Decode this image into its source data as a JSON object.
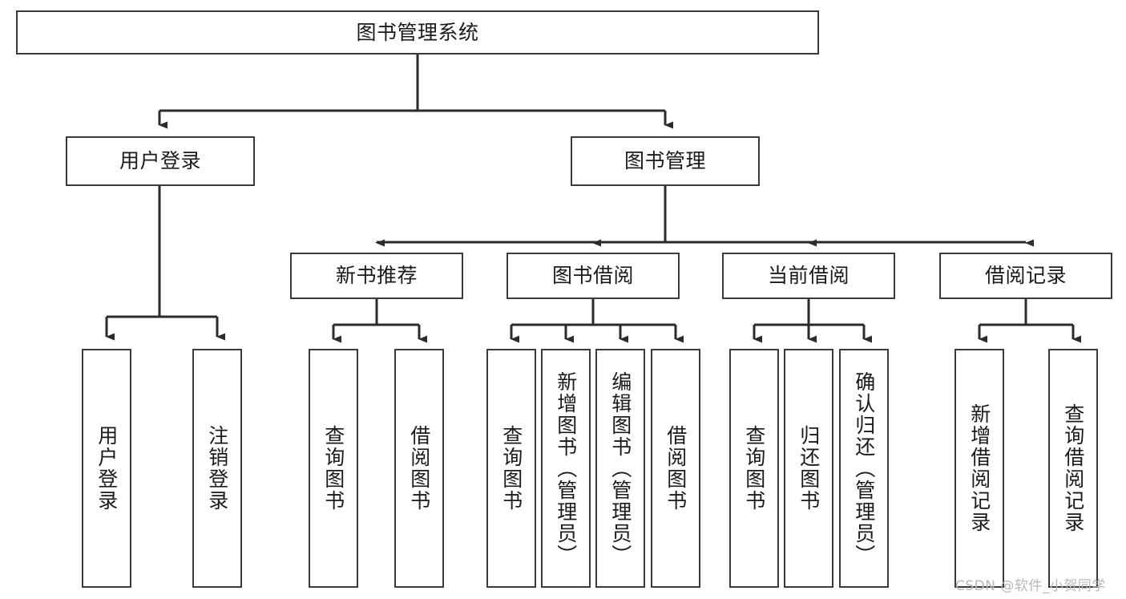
{
  "diagram": {
    "type": "tree-hierarchy-chart",
    "title": "图书管理系统",
    "orientation": "top-down",
    "colors": {
      "box_border": "#3a3a3a",
      "box_fill": "#ffffff",
      "edge": "#1a1a1a",
      "text": "#1a1a1a",
      "watermark": "#b8b8b8",
      "background": "#ffffff"
    }
  },
  "root": {
    "label": "图书管理系统"
  },
  "level2": [
    {
      "label": "用户登录"
    },
    {
      "label": "图书管理"
    }
  ],
  "level3": [
    {
      "label": "新书推荐"
    },
    {
      "label": "图书借阅"
    },
    {
      "label": "当前借阅"
    },
    {
      "label": "借阅记录"
    }
  ],
  "leaves": {
    "user_login": [
      {
        "label": "用户登录"
      },
      {
        "label": "注销登录"
      }
    ],
    "new_book_recommend": [
      {
        "label": "查询图书"
      },
      {
        "label": "借阅图书"
      }
    ],
    "book_borrow": [
      {
        "label": "查询图书"
      },
      {
        "label": "新增图书（管理员）"
      },
      {
        "label": "编辑图书（管理员）"
      },
      {
        "label": "借阅图书"
      }
    ],
    "current_borrow": [
      {
        "label": "查询图书"
      },
      {
        "label": "归还图书"
      },
      {
        "label": "确认归还（管理员）"
      }
    ],
    "borrow_record": [
      {
        "label": "新增借阅记录"
      },
      {
        "label": "查询借阅记录"
      }
    ]
  },
  "watermark": {
    "text": "CSDN @软件_小贺同学"
  }
}
